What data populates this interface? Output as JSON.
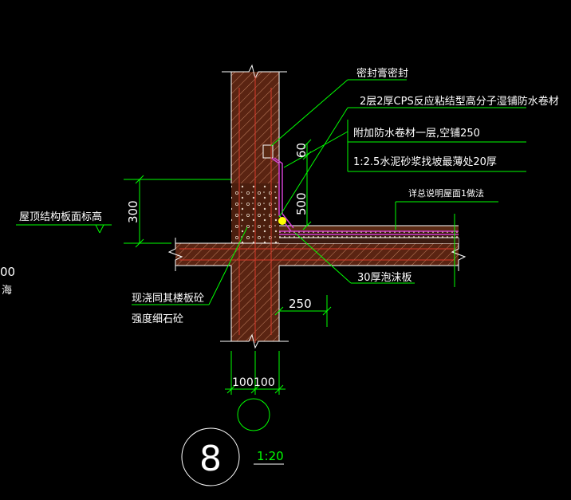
{
  "drawing": {
    "labels": {
      "sealant": "密封膏密封",
      "membrane": "2层2厚CPS反应粘结型高分子湿铺防水卷材",
      "extra_membrane": "附加防水卷材一层,空铺250",
      "mortar": "1:2.5水泥砂浆找坡最薄处20厚",
      "roof_ref": "详总说明屋面1做法",
      "roof_slab_level": "屋顶结构板面标高",
      "cast_line1": "现浇同其楼板砼",
      "cast_line2": "强度细石砼",
      "foam": "30厚泡沫板",
      "scale": "1:20",
      "partial_left1": "00",
      "partial_left2": "海"
    },
    "dimensions": {
      "d60": "60",
      "d500": "500",
      "d300": "300",
      "d250": "250",
      "d100a": "100",
      "d100b": "100"
    },
    "detail_number": "8",
    "colors": {
      "background": "#000000",
      "line_green": "#00ff00",
      "line_white": "#ffffff",
      "concrete": "#6a2a14",
      "rebar": "#d83a2a",
      "membrane": "#d040d0",
      "highlight": "#ffff00"
    }
  }
}
